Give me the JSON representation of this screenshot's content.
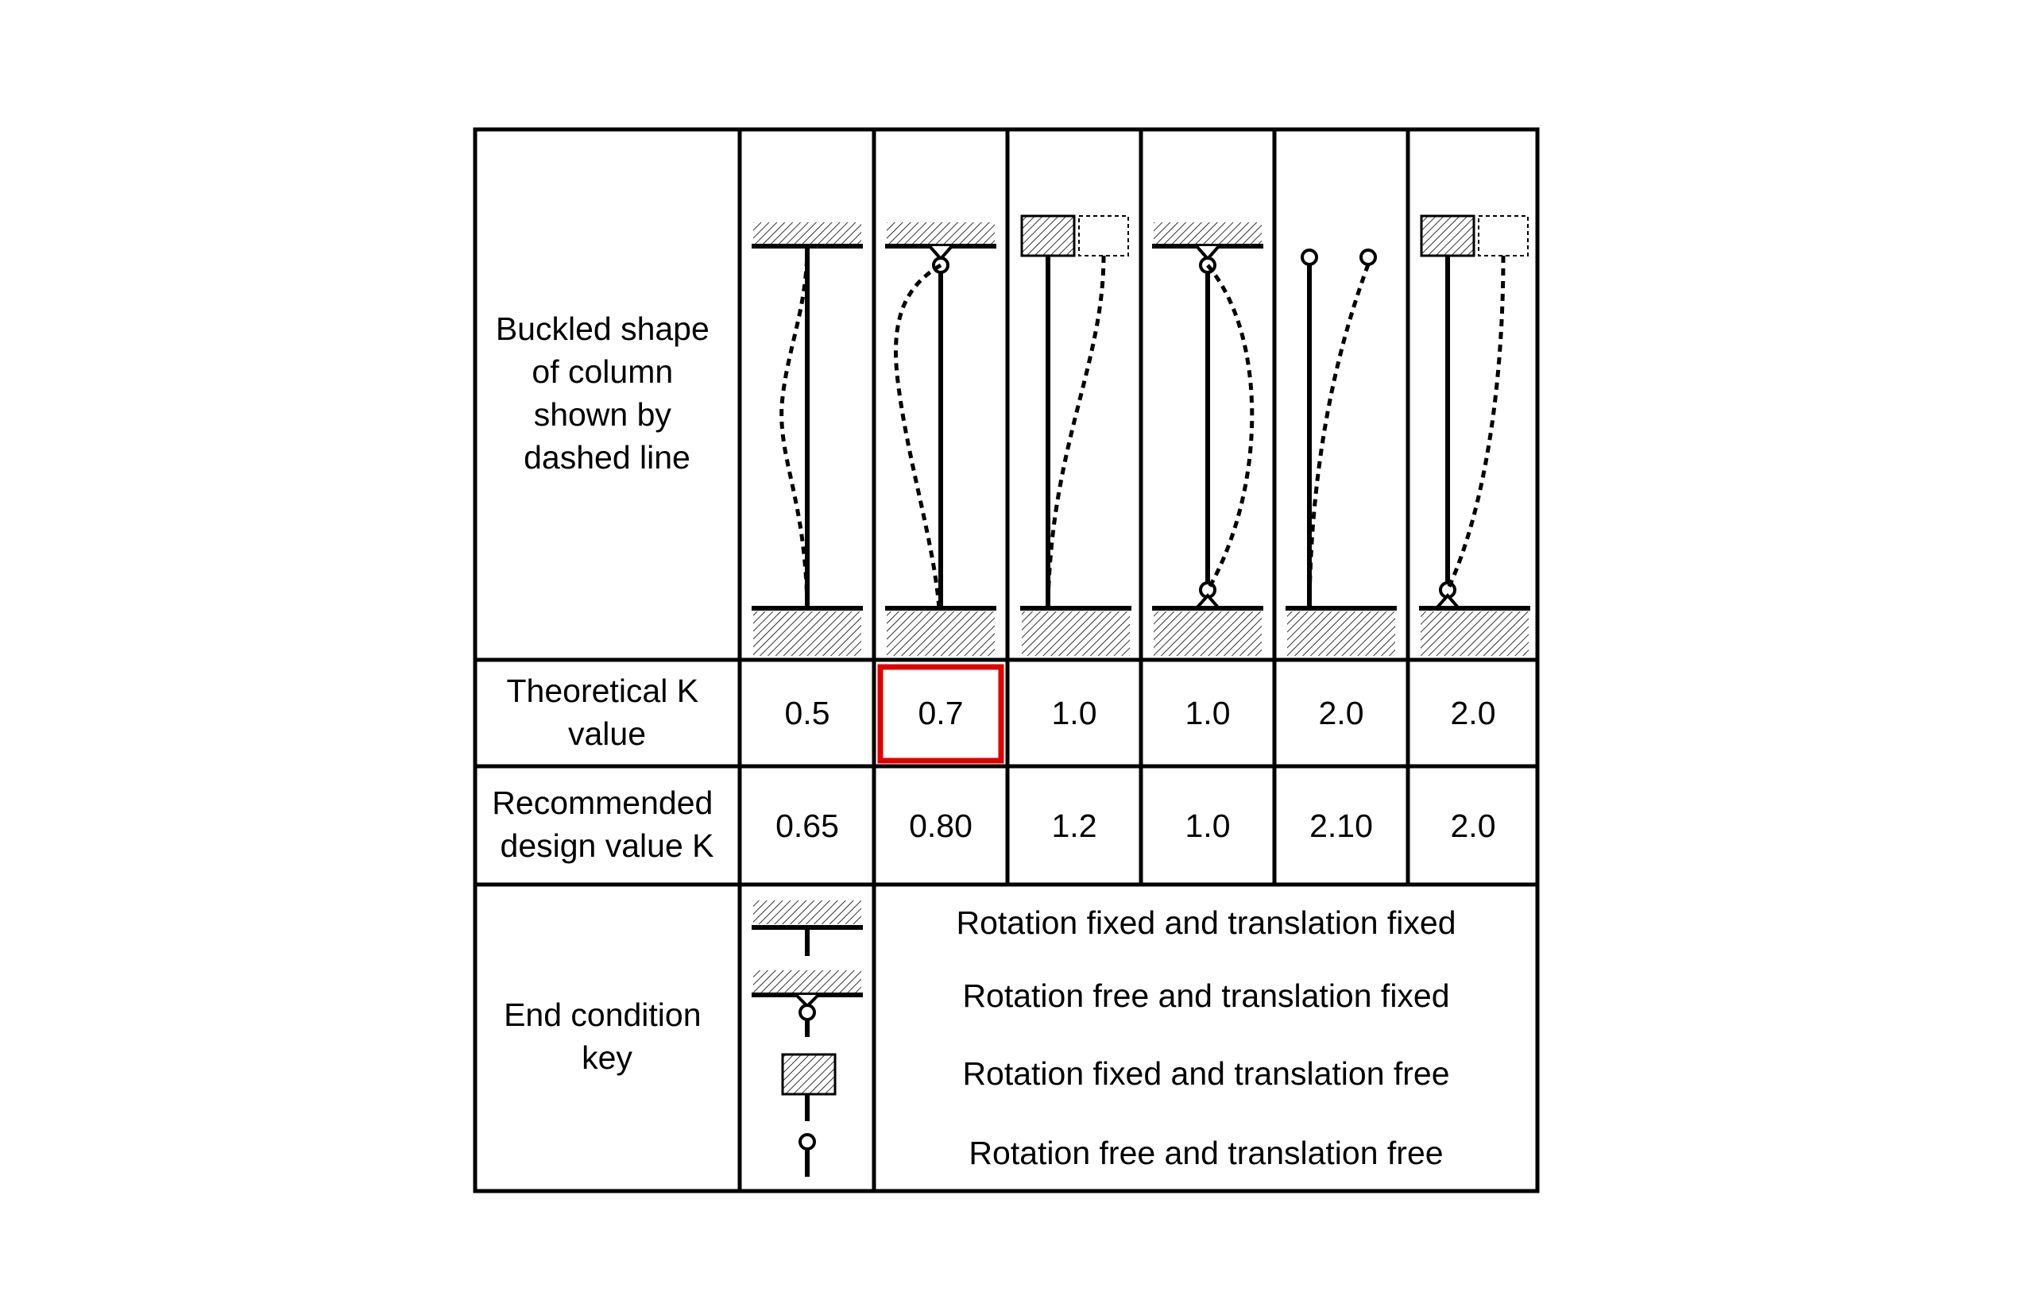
{
  "rows": {
    "buckled_shape": [
      "Buckled shape",
      "of column",
      "shown by",
      "dashed line"
    ],
    "theoretical": [
      "Theoretical K",
      "value"
    ],
    "recommended": [
      "Recommended",
      "design value K"
    ],
    "end_condition": [
      "End condition",
      "key"
    ]
  },
  "theoretical_values": [
    "0.5",
    "0.7",
    "1.0",
    "1.0",
    "2.0",
    "2.0"
  ],
  "recommended_values": [
    "0.65",
    "0.80",
    "1.2",
    "1.0",
    "2.10",
    "2.0"
  ],
  "highlighted": {
    "row": "theoretical",
    "column": 2,
    "color": "#e00000"
  },
  "end_condition_key": [
    "Rotation fixed and translation fixed",
    "Rotation free and translation fixed",
    "Rotation fixed and translation free",
    "Rotation free and translation free"
  ]
}
